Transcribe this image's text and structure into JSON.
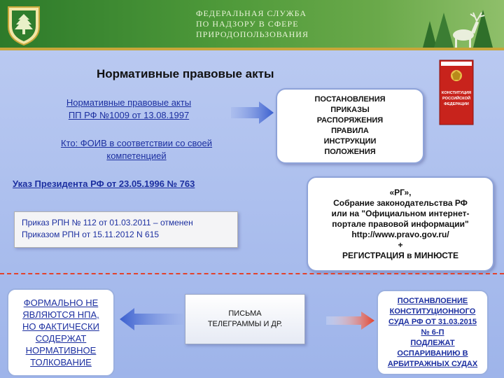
{
  "header": {
    "agency_lines": [
      "ФЕДЕРАЛЬНАЯ СЛУЖБА",
      "ПО НАДЗОРУ В СФЕРЕ",
      "ПРИРОДОПОЛЬЗОВАНИЯ"
    ]
  },
  "title": "Нормативные правовые акты",
  "npa_link_lines": [
    "Нормативные правовые акты",
    "ПП РФ №1009 от 13.08.1997"
  ],
  "who_lines": [
    "Кто: ФОИВ в соответствии со своей",
    "компетенцией"
  ],
  "decree": "Указ Президента РФ от 23.05.1996 № 763",
  "decree_types": [
    "ПОСТАНОВЛЕНИЯ",
    "ПРИКАЗЫ",
    "РАСПОРЯЖЕНИЯ",
    "ПРАВИЛА",
    "ИНСТРУКЦИИ",
    "ПОЛОЖЕНИЯ"
  ],
  "order_lines": [
    "Приказ РПН № 112 от 01.03.2011 – отменен",
    "Приказом РПН от 15.11.2012 N 615"
  ],
  "publication_lines": [
    "«РГ»,",
    "Собрание законодательства РФ",
    "или на \"Официальном интернет-",
    "портале правовой информации\"",
    "http://www.pravo.gov.ru/",
    "+",
    "РЕГИСТРАЦИЯ в МИНЮСТЕ"
  ],
  "informal_lines": [
    "ФОРМАЛЬНО НЕ",
    "ЯВЛЯЮТСЯ НПА,",
    "НО ФАКТИЧЕСКИ",
    "СОДЕРЖАТ",
    "НОРМАТИВНОЕ",
    "ТОЛКОВАНИЕ"
  ],
  "letters_lines": [
    "ПИСЬМА",
    "ТЕЛЕГРАММЫ И ДР."
  ],
  "court_lines": [
    "ПОСТАНВЛОЕНИЕ",
    "КОНСТИТУЦИОННОГО",
    "СУДА РФ ОТ 31.03.2015",
    "№ 6-П",
    "ПОДЛЕЖАТ",
    "ОСПАРИВАНИЮ В",
    "АРБИТРАЖНЫХ СУДАХ"
  ],
  "constitution_cover": [
    "КОНСТИТУЦИЯ",
    "РОССИЙСКОЙ",
    "ФЕДЕРАЦИИ"
  ],
  "colors": {
    "header_green": "#2d7a2a",
    "background_blue": "#aabdee",
    "link_blue": "#1c2fa0",
    "divider_red": "#e2422c",
    "cover_red": "#c8231c"
  }
}
